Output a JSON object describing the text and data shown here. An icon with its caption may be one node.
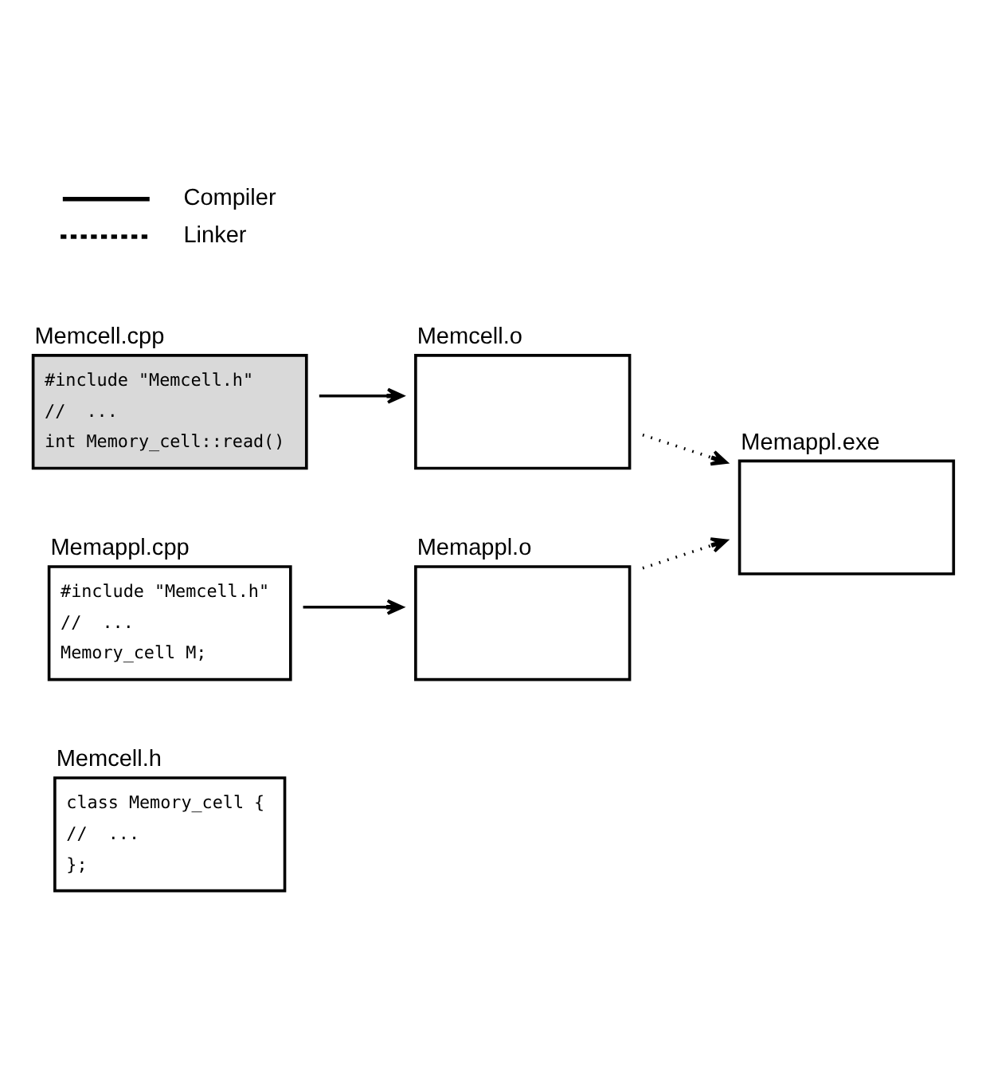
{
  "diagram": {
    "nodes": [
      {
        "text": [
          "Memcell.h",
          "class Memory_cell {",
          "//  ...",
          "};"
        ]
      },
      {
        "text": [
          "Memcell.cpp",
          "#include \"Memcell.h\"",
          "//  ...",
          "int Memory_cell::read()"
        ]
      },
      {
        "text": [
          "Memcell.o"
        ]
      },
      {
        "text": [
          "Memappl.cpp",
          "#include \"Memcell.h\"",
          "//  ...",
          "Memory_cell M;"
        ]
      },
      {
        "text": [
          "Memappl.o"
        ]
      },
      {
        "text": [
          "Memappl.exe"
        ]
      }
    ],
    "edges": [
      {
        "from": 1,
        "to": 2,
        "arrow": "to"
      },
      {
        "from": 3,
        "to": 4,
        "arrow": "to"
      },
      {
        "from": 2,
        "to": 5,
        "arrow": "to",
        "style": "dashed"
      },
      {
        "from": 4,
        "to": 5,
        "arrow": "to",
        "style": "dashed"
      }
    ],
    "legend": [
      {
        "text": "Compiler"
      },
      {
        "text": "Linker"
      }
    ]
  }
}
